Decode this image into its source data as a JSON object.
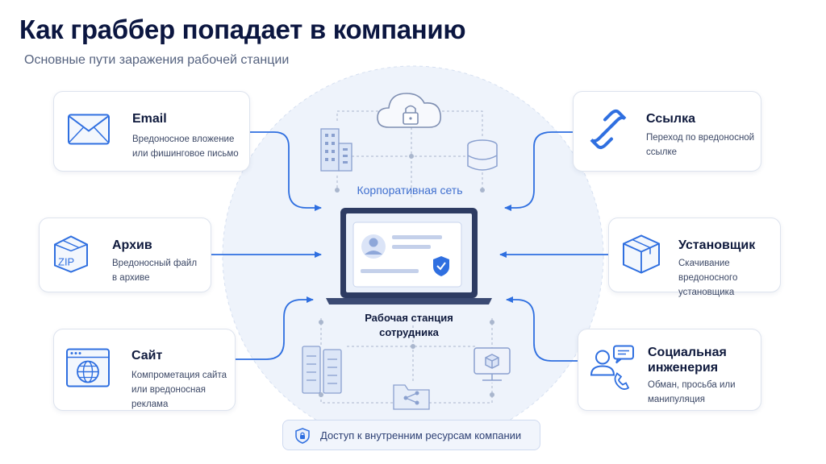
{
  "title": "Как граббер попадает в компанию",
  "subtitle": "Основные пути заражения рабочей станции",
  "center": {
    "network_label": "Корпоративная сеть",
    "workstation_label_line1": "Рабочая станция",
    "workstation_label_line2": "сотрудника"
  },
  "left_vectors": [
    {
      "title": "Email",
      "desc1": "Вредоносное вложение",
      "desc2": "или фишинговое письмо",
      "icon": "envelope-icon"
    },
    {
      "title": "Архив",
      "desc1": "Вредоносный файл",
      "desc2": "в архиве",
      "icon": "zip-archive-icon",
      "icon_text": "ZIP"
    },
    {
      "title": "Сайт",
      "desc1": "Компрометация сайта",
      "desc2": "или вредоносная реклама",
      "icon": "browser-globe-icon"
    }
  ],
  "right_vectors": [
    {
      "title": "Ссылка",
      "desc1": "Переход по вредоносной",
      "desc2": "ссылке",
      "icon": "chain-link-icon"
    },
    {
      "title": "Установщик",
      "desc1": "Скачивание вредоносного",
      "desc2": "установщика",
      "icon": "package-box-icon"
    },
    {
      "title": "Социальная",
      "title2": "инженерия",
      "desc1": "Обман, просьба или",
      "desc2": "манипуляция",
      "icon": "person-chat-phone-icon"
    }
  ],
  "footer": {
    "access_label": "Доступ к внутренним ресурсам компании",
    "icon": "shield-lock-icon"
  },
  "colors": {
    "accent": "#2f6fe0",
    "circle_fill": "#eef3fb",
    "card_border": "#dde3ee",
    "title": "#0b1640"
  }
}
